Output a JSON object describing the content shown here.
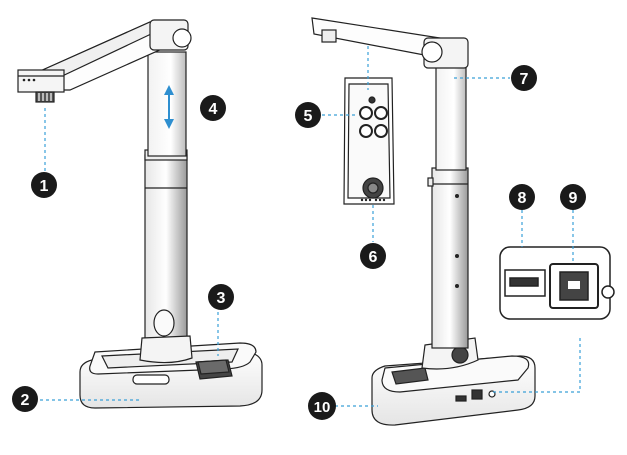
{
  "callouts": [
    {
      "id": "1",
      "label": "1"
    },
    {
      "id": "2",
      "label": "2"
    },
    {
      "id": "3",
      "label": "3"
    },
    {
      "id": "4",
      "label": "4"
    },
    {
      "id": "5",
      "label": "5"
    },
    {
      "id": "6",
      "label": "6"
    },
    {
      "id": "7",
      "label": "7"
    },
    {
      "id": "8",
      "label": "8"
    },
    {
      "id": "9",
      "label": "9"
    },
    {
      "id": "10",
      "label": "10"
    }
  ],
  "colors": {
    "callout_fill": "#1a1a1a",
    "leader_line": "#3aa0d8",
    "arrow": "#2e8fd0",
    "device_outline": "#222222",
    "device_body": "#ffffff",
    "device_shade": "#d9d9d9",
    "device_dark": "#333333"
  }
}
